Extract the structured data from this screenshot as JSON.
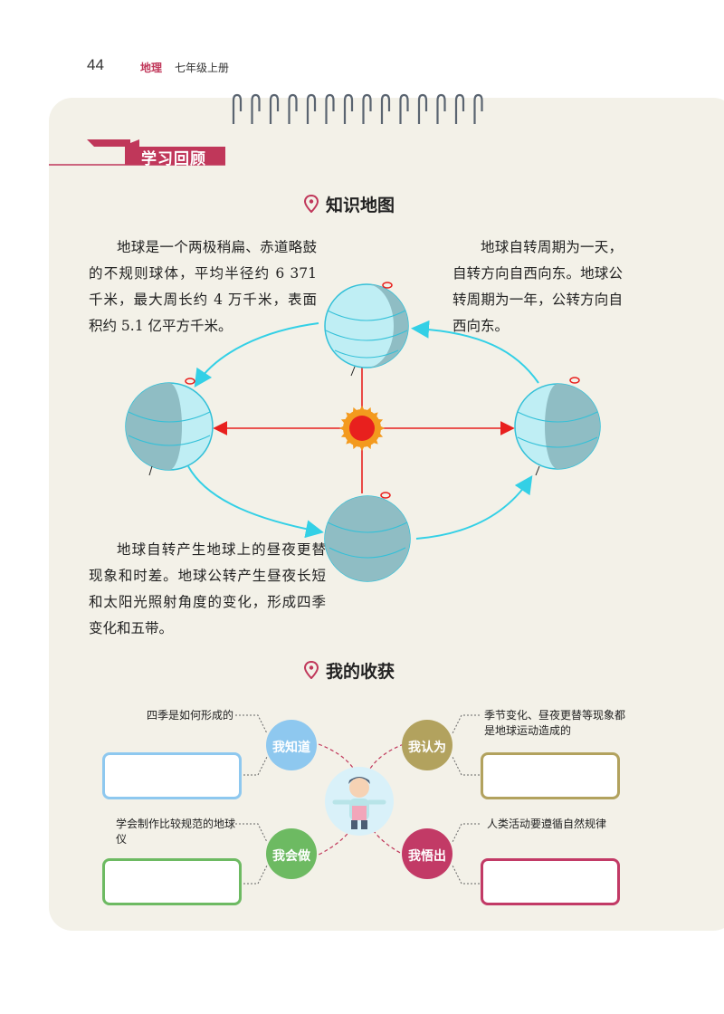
{
  "header": {
    "page_number": "44",
    "subject": "地理",
    "book": "七年级上册"
  },
  "section_title": "学习回顾",
  "knowledge_map": {
    "title": "知识地图",
    "para_shape": "地球是一个两极稍扁、赤道略鼓的不规则球体，平均半径约 6 371 千米，最大周长约 4 万千米，表面积约 5.1 亿平方千米。",
    "para_motion": "地球自转周期为一天，自转方向自西向东。地球公转周期为一年，公转方向自西向东。",
    "para_effects": "地球自转产生地球上的昼夜更替现象和时差。地球公转产生昼夜长短和太阳光照射角度的变化，形成四季变化和五带。"
  },
  "gains": {
    "title": "我的收获",
    "know": {
      "label": "我知道",
      "note": "四季是如何形成的",
      "color": "#8ec8ef"
    },
    "think": {
      "label": "我认为",
      "note": "季节变化、昼夜更替等现象都是地球运动造成的",
      "color": "#b2a25e"
    },
    "do": {
      "label": "我会做",
      "note": "学会制作比较规范的地球仪",
      "color": "#6dba62"
    },
    "realize": {
      "label": "我悟出",
      "note": "人类活动要遵循自然规律",
      "color": "#c23a66"
    }
  },
  "colors": {
    "accent": "#c0375a",
    "orbit": "#33d0e6",
    "sun": "#e8201e",
    "panel": "#f3f1e8"
  }
}
